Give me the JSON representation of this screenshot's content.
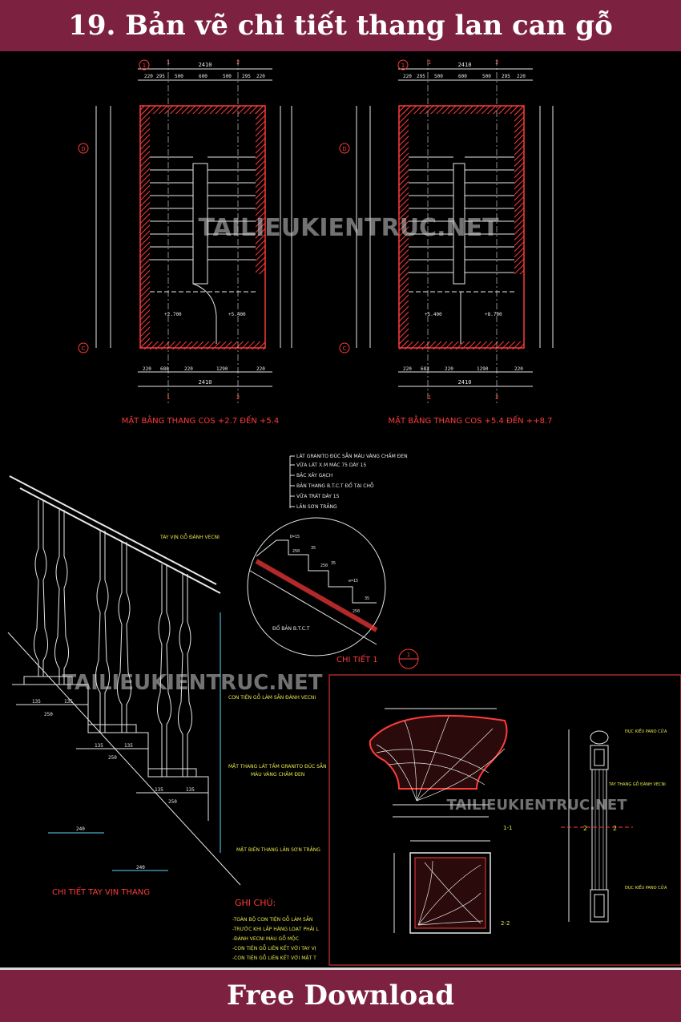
{
  "header": {
    "title": "19. Bản vẽ chi tiết thang lan can gỗ"
  },
  "footer": {
    "label": "Free Download"
  },
  "colors": {
    "banner": "#7c2140",
    "cad_red": "#ff3b3b",
    "cad_white": "#e8e8e8",
    "cad_cyan": "#5fd7ff",
    "cad_yellow": "#e6e64a"
  },
  "plan_left": {
    "title": "MẶT BẰNG THANG COS +2.7 ĐẾN +5.4",
    "dim_top": "2410",
    "dim_bottom": "2410",
    "level_a": "+2.700",
    "level_b": "+5.400"
  },
  "plan_right": {
    "title": "MẶT BẰNG THANG COS +5.4 ĐẾN ++8.7",
    "dim_top": "2410",
    "dim_bottom": "2410",
    "level_a": "+5.400",
    "level_b": "+8.700"
  },
  "watermark": {
    "text": "TAILIEUKIENTRUC.NET"
  },
  "handrail_detail": {
    "title": "CHI TIẾT TAY VỊN THANG",
    "label_rail": "TAY VỊN GỖ ĐÁNH VECNI",
    "label_newel": "CON TIỆN GỖ LÀM SẴN ĐÁNH VECNI",
    "label_granite": "MẶT THANG LÁT TẤM GRANITO ĐÚC SẴN",
    "label_granite2": "MÀU VÀNG CHẤM ĐEN",
    "label_edge": "MẶT BIÊN THANG LĂN SƠN TRẮNG"
  },
  "layers": {
    "items": [
      "LÁT GRANITO ĐÚC SẴN MÀU VÀNG CHẤM ĐEN",
      "VỮA LÁT X.M MÁC 75 DÀY 15",
      "BẬC XÂY GẠCH",
      "BẢN THANG B.T.C.T ĐỔ TẠI CHỖ",
      "VỮA TRÁT DÀY 15",
      "LĂN SƠN TRẮNG"
    ],
    "detail_title": "CHI TIẾT 1",
    "slab_label": "ĐỔ BẢN B.T.C.T"
  },
  "notes": {
    "title": "GHI CHÚ:",
    "items": [
      "-TOÀN BỘ CON TIỆN GỖ LÀM SẴN",
      "-TRƯỚC KHI LẮP HÀNG LOẠT PHẢI L",
      "-ĐÁNH VECNI MÀU GỖ MỘC",
      "-CON TIỆN GỖ LIÊN KẾT VỚI TAY VỊ",
      "-CON TIỆN GỖ LIÊN KẾT VỚI MẶT T"
    ]
  },
  "post_detail": {
    "section_1": "1-1",
    "section_2": "2-2",
    "label_top": "ĐỤC KIỂU PANO CỬA",
    "label_mid": "TAY THANG GỖ ĐÁNH VECNI",
    "label_bottom": "ĐỤC KIỂU PANO CỬA"
  }
}
